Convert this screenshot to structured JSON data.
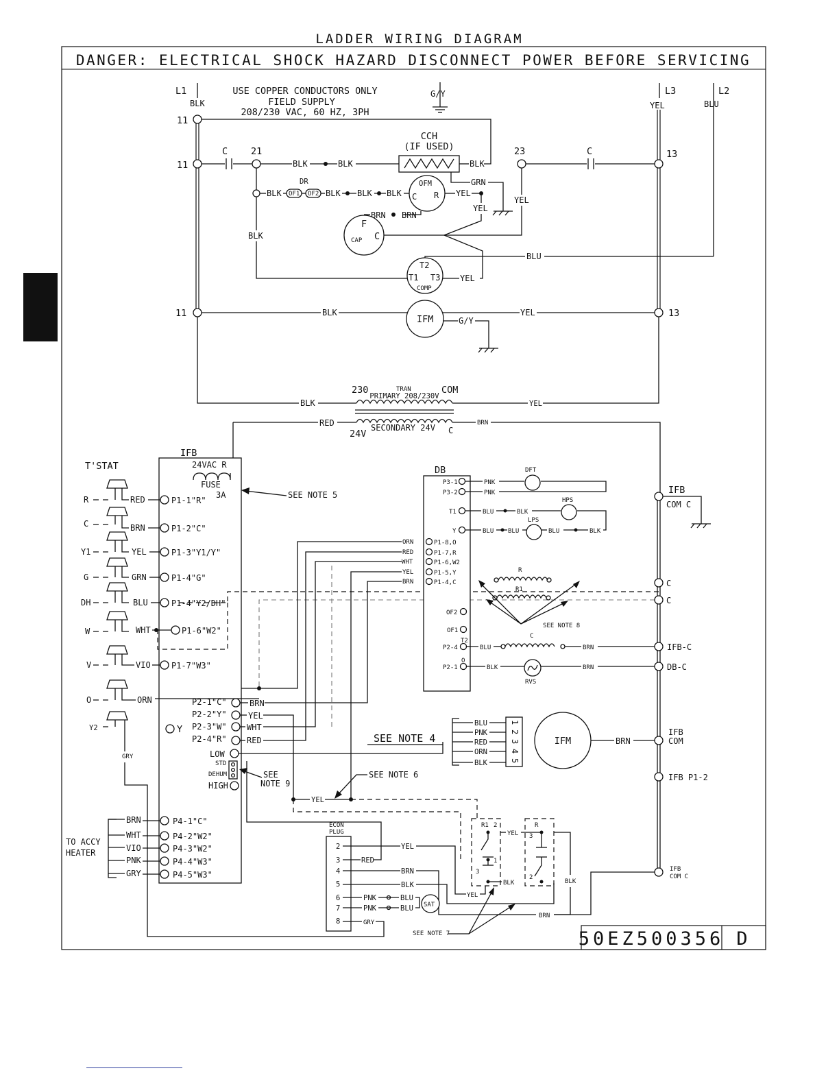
{
  "title": "LADDER WIRING DIAGRAM",
  "danger": "DANGER: ELECTRICAL SHOCK HAZARD DISCONNECT POWER BEFORE SERVICING",
  "supply": {
    "l1": "L1",
    "l1_color": "BLK",
    "l3": "L3",
    "l3_color": "YEL",
    "l2": "L2",
    "l2_color": "BLU",
    "ground": "G/Y",
    "notes": [
      "USE COPPER CONDUCTORS ONLY",
      "FIELD SUPPLY",
      "208/230 VAC, 60 HZ, 3PH"
    ]
  },
  "terminals": {
    "t11": "11",
    "t13": "13",
    "t21": "21",
    "t23": "23"
  },
  "components": {
    "c": "C",
    "cch": "CCH",
    "cch_sub": "(IF USED)",
    "dr": "DR",
    "of1": "OF1",
    "of2": "OF2",
    "ofm": "OFM",
    "ofm_c": "C",
    "ofm_r": "R",
    "cap": "CAP",
    "cap_f": "F",
    "cap_c": "C",
    "t1": "T1",
    "t2": "T2",
    "t3": "T3",
    "comp": "COMP",
    "ifm": "IFM",
    "tran": "TRAN",
    "t230": "230",
    "com": "COM",
    "primary": "PRIMARY 208/230V",
    "v24": "24V",
    "secondary": "SECONDARY 24V",
    "sec_c": "C"
  },
  "wires": {
    "blk": "BLK",
    "yel": "YEL",
    "blu": "BLU",
    "grn": "GRN",
    "brn": "BRN",
    "red": "RED",
    "orn": "ORN",
    "wht": "WHT",
    "pnk": "PNK",
    "vio": "VIO",
    "gry": "GRY",
    "gy": "G/Y"
  },
  "tstat": {
    "title": "T'STAT",
    "rows": [
      {
        "label": "R",
        "color": "RED",
        "pin": "P1-1\"R\""
      },
      {
        "label": "C",
        "color": "BRN",
        "pin": "P1-2\"C\""
      },
      {
        "label": "Y1",
        "color": "YEL",
        "pin": "P1-3\"Y1/Y\""
      },
      {
        "label": "G",
        "color": "GRN",
        "pin": "P1-4\"G\""
      },
      {
        "label": "DH",
        "color": "BLU",
        "pin": "P1-4\"Y2/DH\""
      },
      {
        "label": "W",
        "color": "WHT",
        "pin": "P1-6\"W2\""
      },
      {
        "label": "V",
        "color": "VIO",
        "pin": "P1-7\"W3\""
      },
      {
        "label": "O",
        "color": "ORN",
        "pin": ""
      },
      {
        "label": "Y2",
        "color": "GRY",
        "pin": ""
      }
    ]
  },
  "ifb": {
    "title": "IFB",
    "v24": "24VAC R",
    "fuse": "FUSE",
    "fuse_amp": "3A",
    "note5": "SEE NOTE 5",
    "y": "Y",
    "p2": [
      "P2-1\"C\"",
      "P2-2\"Y\"",
      "P2-3\"W\"",
      "P2-4\"R\""
    ],
    "p2_colors": [
      "BRN",
      "YEL",
      "WHT",
      "RED"
    ],
    "low": "LOW",
    "std": "STD",
    "dehum": "DEHUM",
    "high": "HIGH",
    "see": "SEE",
    "note9": "NOTE 9",
    "p4": [
      "P4-1\"C\"",
      "P4-2\"W2\"",
      "P4-3\"W2\"",
      "P4-4\"W3\"",
      "P4-5\"W3\""
    ],
    "p4_colors": [
      "BRN",
      "WHT",
      "VIO",
      "PNK",
      "GRY"
    ],
    "heater1": "TO ACCY",
    "heater2": "HEATER"
  },
  "db": {
    "title": "DB",
    "pins": [
      "P3-1",
      "P3-2",
      "T1",
      "Y",
      "P1-8,O",
      "P1-7,R",
      "P1-6,W2",
      "P1-5,Y",
      "P1-4,C",
      "OF2",
      "OF1",
      "T2",
      "P2-4",
      "O",
      "P2-1"
    ],
    "dft": "DFT",
    "hps": "HPS",
    "lps": "LPS",
    "r": "R",
    "r1": "R1",
    "c": "C",
    "rvs": "RVS",
    "note8": "SEE NOTE 8"
  },
  "right": {
    "ifb": "IFB",
    "com_c": "COM C",
    "c": "C",
    "ifb_c": "IFB-C",
    "db_c": "DB-C",
    "ifb_com": "COM",
    "ifb_p12": "IFB P1-2",
    "com_c2": "COM C"
  },
  "ifm_plug": {
    "pins": [
      "1",
      "2",
      "3",
      "4",
      "5"
    ],
    "ifm": "IFM"
  },
  "notes": {
    "note4": "SEE NOTE 4",
    "note6": "SEE NOTE 6",
    "note7": "SEE NOTE 7"
  },
  "econ": {
    "title1": "ECON",
    "title2": "PLUG",
    "pins": [
      "2",
      "3",
      "4",
      "5",
      "6",
      "7",
      "8"
    ],
    "sat": "SAT"
  },
  "relays": {
    "r1": "R1",
    "r": "R",
    "n1": "1",
    "n2": "2",
    "n3": "3"
  },
  "part_number": "50EZ500356",
  "revision": "D"
}
